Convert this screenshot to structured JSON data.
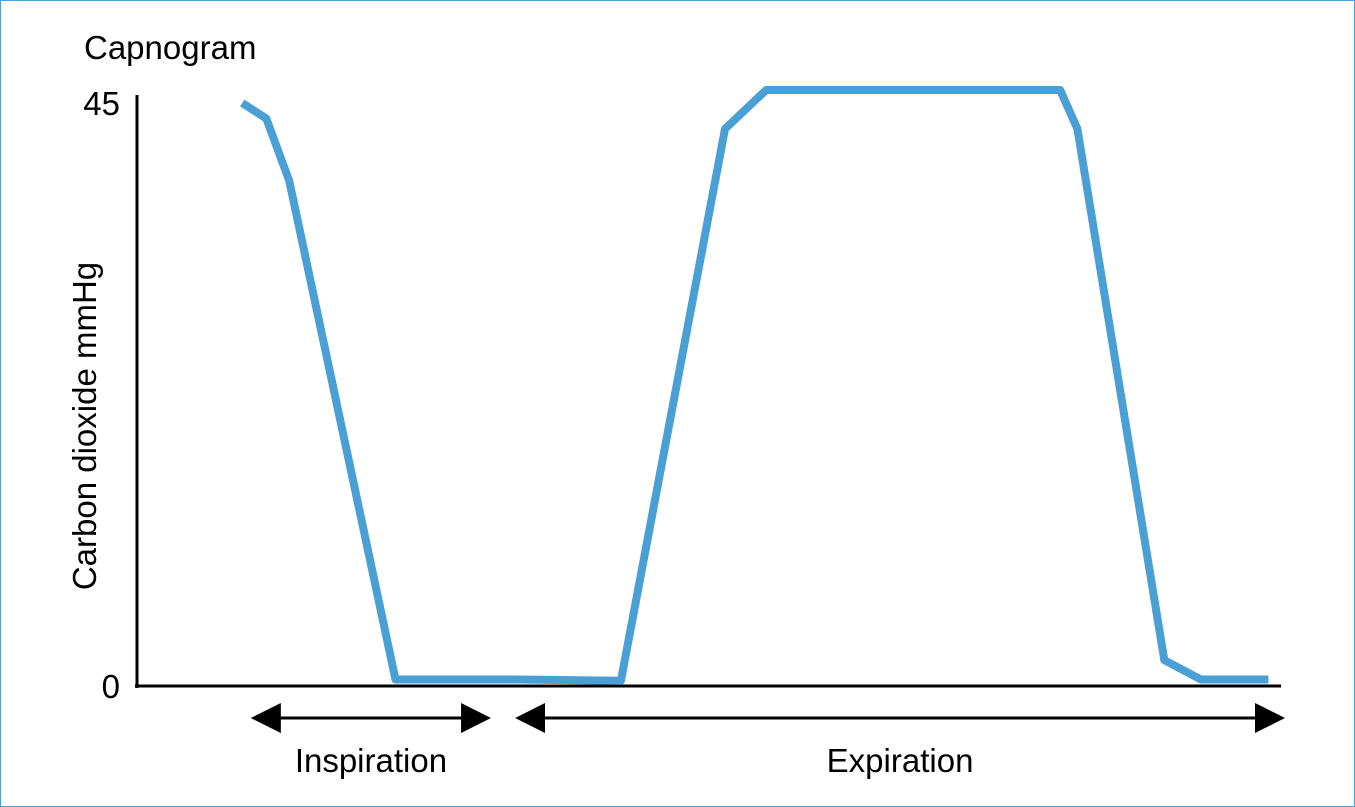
{
  "chart_data": {
    "type": "line",
    "title": "Capnogram",
    "ylabel": "Carbon dioxide mmHg",
    "xlabel": "",
    "ylim": [
      0,
      45
    ],
    "xlim": [
      0,
      100
    ],
    "yticks": [
      {
        "value": 0,
        "label": "0"
      },
      {
        "value": 45,
        "label": "45"
      }
    ],
    "grid": false,
    "series": [
      {
        "color": "#4a9fd5",
        "points": [
          {
            "x": 9.2,
            "y": 45.0
          },
          {
            "x": 11.3,
            "y": 43.8
          },
          {
            "x": 13.3,
            "y": 39.0
          },
          {
            "x": 22.6,
            "y": 0.5
          },
          {
            "x": 33.4,
            "y": 0.5
          },
          {
            "x": 42.3,
            "y": 0.4
          },
          {
            "x": 51.4,
            "y": 43.0
          },
          {
            "x": 55.0,
            "y": 46.0
          },
          {
            "x": 80.7,
            "y": 46.0
          },
          {
            "x": 82.2,
            "y": 43.0
          },
          {
            "x": 89.8,
            "y": 2.0
          },
          {
            "x": 93.0,
            "y": 0.5
          },
          {
            "x": 98.9,
            "y": 0.5
          }
        ]
      }
    ],
    "phases": [
      {
        "label": "Inspiration",
        "start": 10.3,
        "end": 30.6
      },
      {
        "label": "Expiration",
        "start": 33.4,
        "end": 100
      }
    ]
  }
}
